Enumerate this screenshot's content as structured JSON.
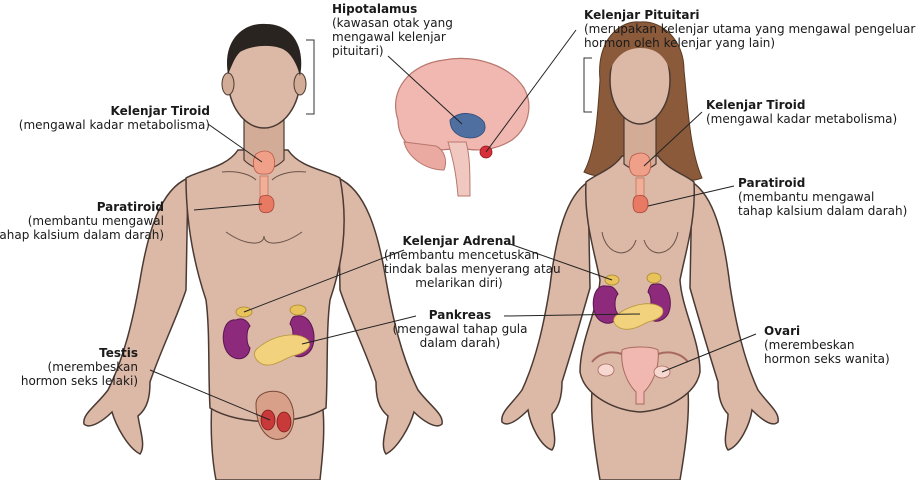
{
  "labels": {
    "hypothalamus": {
      "title": "Hipotalamus",
      "desc": [
        "(kawasan otak yang",
        "mengawal kelenjar",
        "pituitari)"
      ]
    },
    "pituitary": {
      "title": "Kelenjar Pituitari",
      "desc": [
        "(merupakan kelenjar utama yang mengawal pengeluaran",
        "hormon oleh kelenjar yang lain)"
      ]
    },
    "thyroid_left": {
      "title": "Kelenjar Tiroid",
      "desc": [
        "(mengawal kadar metabolisma)"
      ]
    },
    "thyroid_right": {
      "title": "Kelenjar Tiroid",
      "desc": [
        "(mengawal kadar metabolisma)"
      ]
    },
    "parathyroid_left": {
      "title": "Paratiroid",
      "desc": [
        "(membantu mengawal",
        "tahap kalsium dalam darah)"
      ]
    },
    "parathyroid_right": {
      "title": "Paratiroid",
      "desc": [
        "(membantu mengawal",
        "tahap kalsium dalam darah)"
      ]
    },
    "adrenal": {
      "title": "Kelenjar Adrenal",
      "desc": [
        "(membantu mencetuskan",
        "tindak balas menyerang atau",
        "melarikan diri)"
      ]
    },
    "pancreas": {
      "title": "Pankreas",
      "desc": [
        "(mengawal tahap gula",
        "dalam darah)"
      ]
    },
    "testis": {
      "title": "Testis",
      "desc": [
        "(merembeskan",
        "hormon seks lelaki)"
      ]
    },
    "ovary": {
      "title": "Ovari",
      "desc": [
        "(merembeskan",
        "hormon seks wanita)"
      ]
    }
  },
  "colors": {
    "skin": "#dcb8a6",
    "skin_outline": "#4a3a33",
    "male_hair": "#2a2421",
    "female_hair": "#8a5a3a",
    "thyroid": "#f0a088",
    "kidney": "#8e2a7c",
    "adrenal": "#e8c25a",
    "pancreas": "#f2d27c",
    "brain": "#f0b8b0",
    "hypothalamus": "#4f6fa0",
    "pituitary_gland": "#d8303a"
  }
}
